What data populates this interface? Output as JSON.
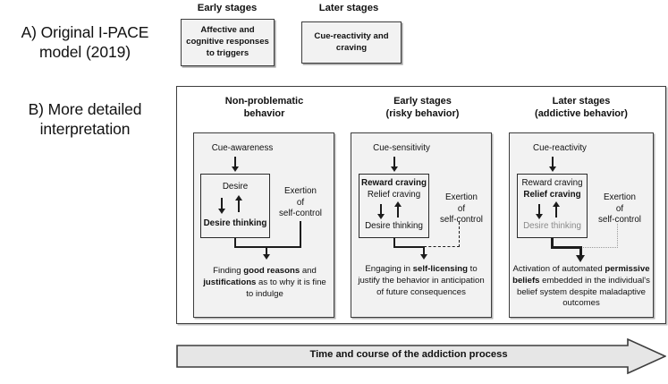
{
  "figure": {
    "panel_a": {
      "label_line1": "A) Original I-PACE",
      "label_line2": "model (2019)",
      "headings": [
        "Early stages",
        "Later stages"
      ],
      "boxes": [
        "Affective and cognitive responses to triggers",
        "Cue-reactivity and craving"
      ]
    },
    "panel_b": {
      "label_line1": "B) More detailed",
      "label_line2": "interpretation",
      "columns": [
        {
          "heading_line1": "Non-problematic",
          "heading_line2": "behavior",
          "cue": "Cue-awareness",
          "inner_line1": "Desire",
          "inner_line1_bold": false,
          "inner_line2": "",
          "inner_line3": "Desire thinking",
          "inner_line3_bold": true,
          "inner_line3_muted": false,
          "exertion_line1": "Exertion",
          "exertion_line2": "of",
          "exertion_line3": "self-control",
          "outcome": "Finding good reasons and justifications as to why it is fine to indulge",
          "outcome_bold_terms": [
            "good reasons",
            "justifications"
          ],
          "connector_style": "solid"
        },
        {
          "heading_line1": "Early stages",
          "heading_line2": "(risky behavior)",
          "cue": "Cue-sensitivity",
          "inner_line1": "Reward craving",
          "inner_line1_bold": true,
          "inner_line2": "Relief craving",
          "inner_line3": "Desire thinking",
          "inner_line3_bold": false,
          "inner_line3_muted": false,
          "exertion_line1": "Exertion",
          "exertion_line2": "of",
          "exertion_line3": "self-control",
          "outcome": "Engaging in self-licensing to justify the behavior in anticipation of future consequences",
          "outcome_bold_terms": [
            "self-licensing"
          ],
          "connector_style": "dashed"
        },
        {
          "heading_line1": "Later stages",
          "heading_line2": "(addictive behavior)",
          "cue": "Cue-reactivity",
          "inner_line1": "Reward craving",
          "inner_line1_bold": false,
          "inner_line2": "Relief craving",
          "inner_line2_bold": true,
          "inner_line3": "Desire thinking",
          "inner_line3_bold": false,
          "inner_line3_muted": true,
          "exertion_line1": "Exertion",
          "exertion_line2": "of",
          "exertion_line3": "self-control",
          "outcome": "Activation of automated permissive beliefs embedded in the individual's belief system despite maladaptive outcomes",
          "outcome_bold_terms": [
            "permissive beliefs"
          ],
          "connector_style": "dotted"
        }
      ]
    },
    "timeline": {
      "label": "Time and course of the addiction process"
    },
    "colors": {
      "box_fill": "#f2f2f2",
      "border": "#3d3d3d",
      "text": "#111111",
      "muted_text": "#8a8a8a",
      "arrow_fill": "#e6e6e6"
    }
  }
}
